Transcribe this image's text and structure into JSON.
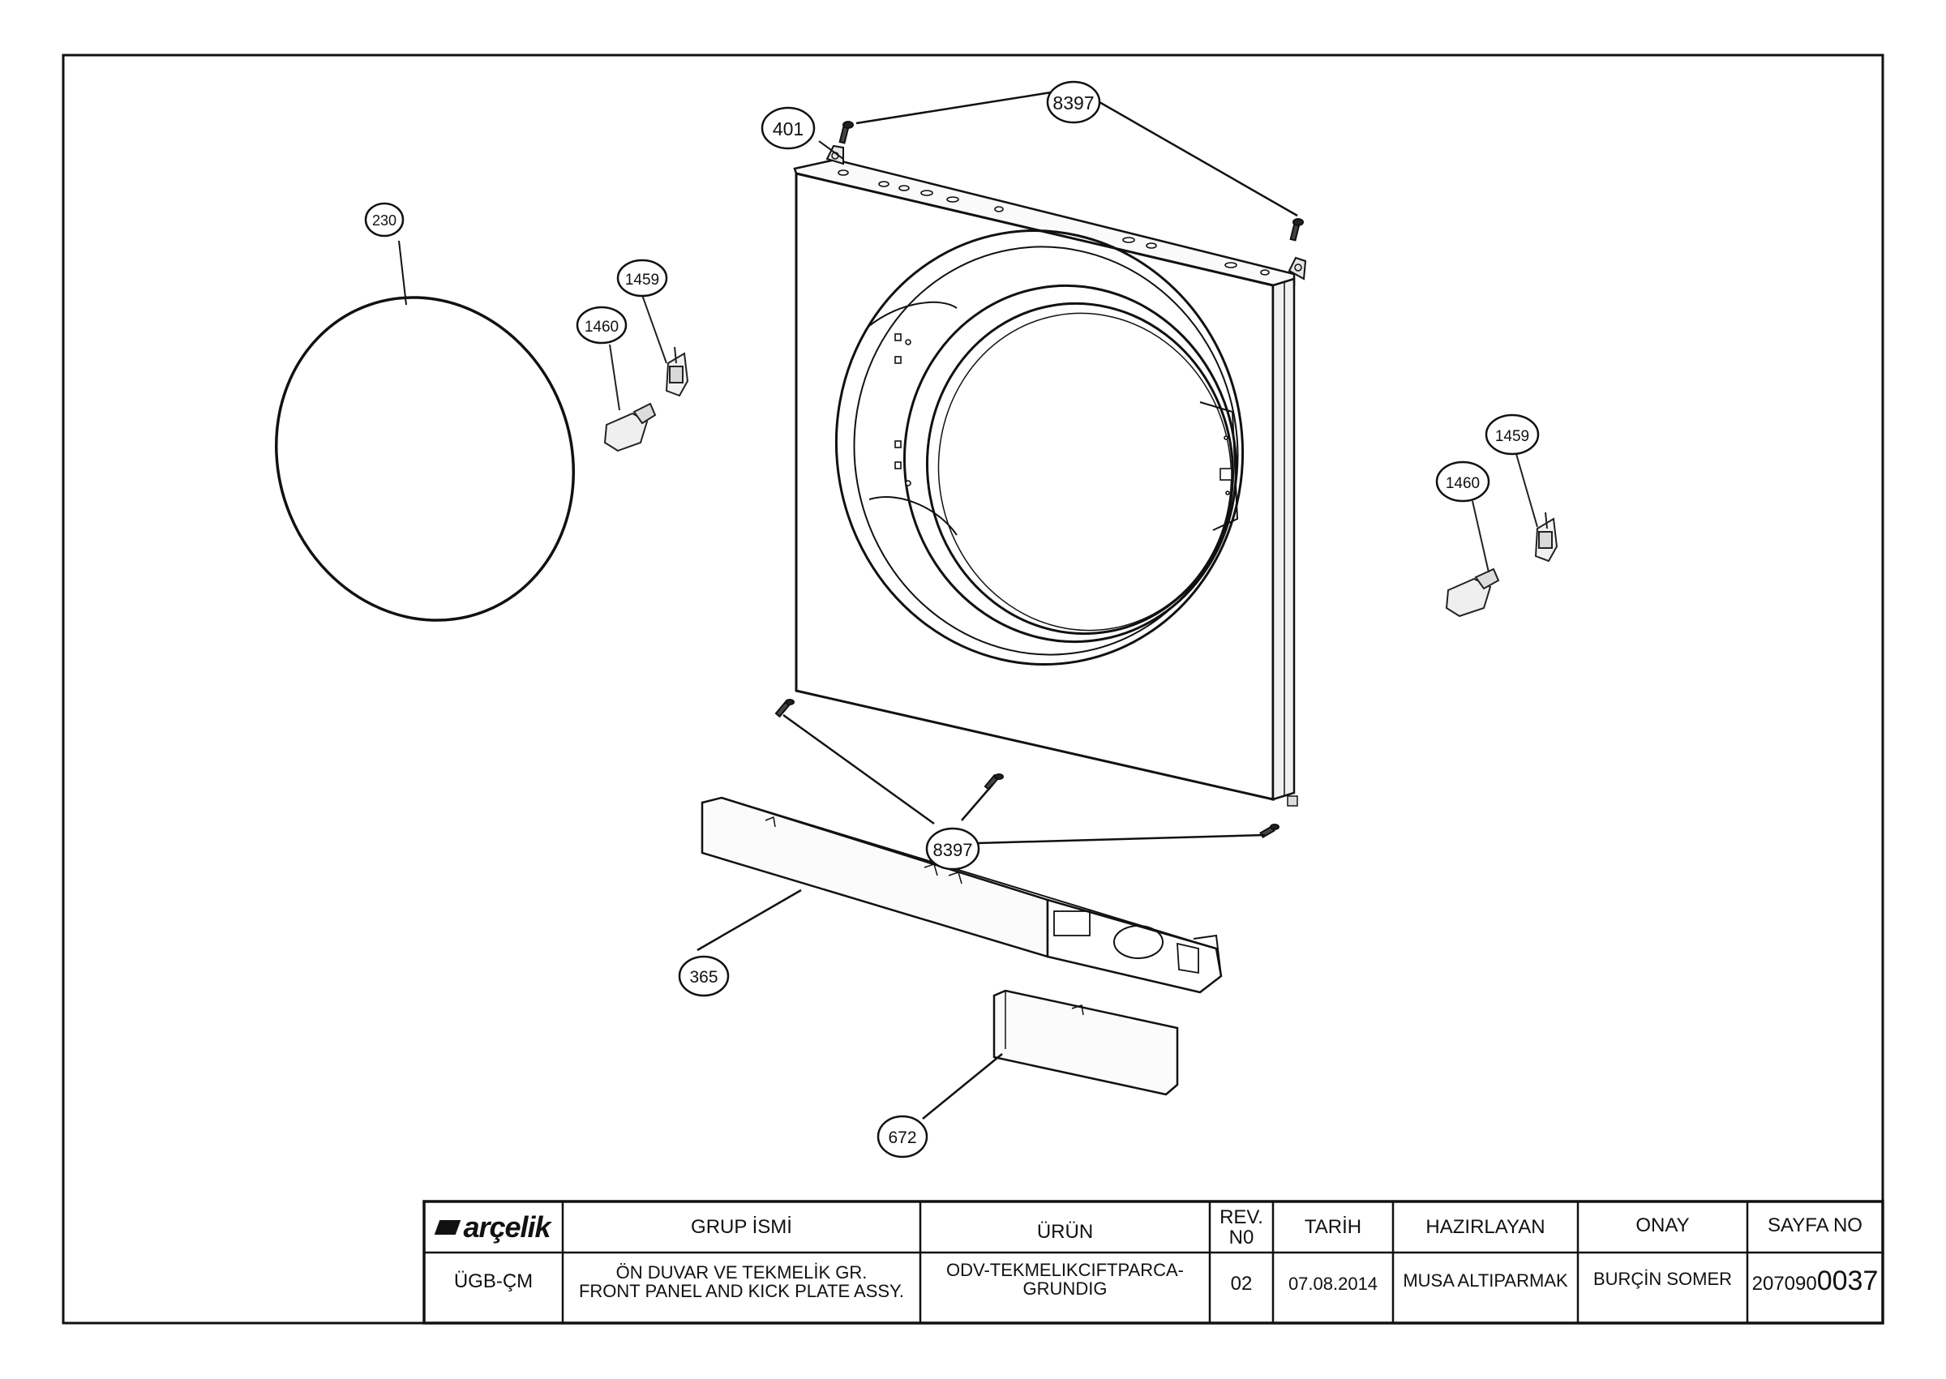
{
  "drawing": {
    "callouts": {
      "c230": "230",
      "c1459_left": "1459",
      "c1460_left": "1460",
      "c401": "401",
      "c8397_top": "8397",
      "c1459_right": "1459",
      "c1460_right": "1460",
      "c8397_bottom": "8397",
      "c365": "365",
      "c672": "672"
    }
  },
  "title_block": {
    "logo": "arçelik",
    "headers": {
      "group_name": "GRUP İSMİ",
      "product": "ÜRÜN",
      "rev": "REV. N0",
      "date": "TARİH",
      "prepared_by": "HAZIRLAYAN",
      "approval": "ONAY",
      "page_no": "SAYFA NO"
    },
    "values": {
      "department": "ÜGB-ÇM",
      "group_name_tr": "ÖN DUVAR VE TEKMELİK GR.",
      "group_name_en": "FRONT PANEL AND KICK PLATE ASSY.",
      "product_line1": "ODV-TEKMELIKCIFTPARCA-",
      "product_line2": "GRUNDIG",
      "rev": "02",
      "date": "07.08.2014",
      "prepared_by": "MUSA ALTIPARMAK",
      "approval": "BURÇİN SOMER",
      "page_no_prefix": "207090",
      "page_no_suffix": "0037"
    }
  }
}
